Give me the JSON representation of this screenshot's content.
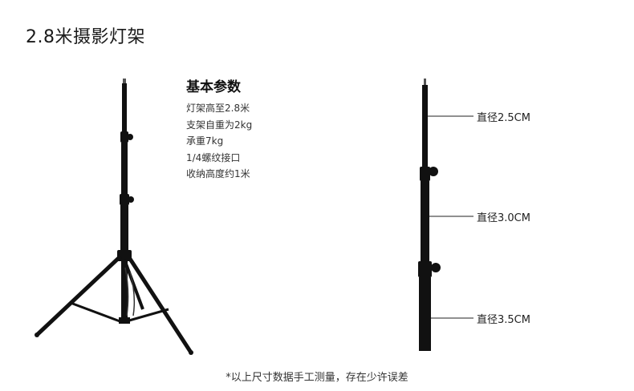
{
  "title": "2.8米摄影灯架",
  "specs": {
    "heading": "基本参数",
    "lines": [
      "灯架高至2.8米",
      "支架自重为2kg",
      "承重7kg",
      "1/4螺纹接口",
      "收纳高度约1米"
    ]
  },
  "diameters": {
    "top": "直径2.5CM",
    "middle": "直径3.0CM",
    "bottom": "直径3.5CM"
  },
  "footnote": "*以上尺寸数据手工测量，存在少许误差",
  "colors": {
    "stand": "#111111",
    "text": "#222222",
    "background": "#ffffff"
  }
}
